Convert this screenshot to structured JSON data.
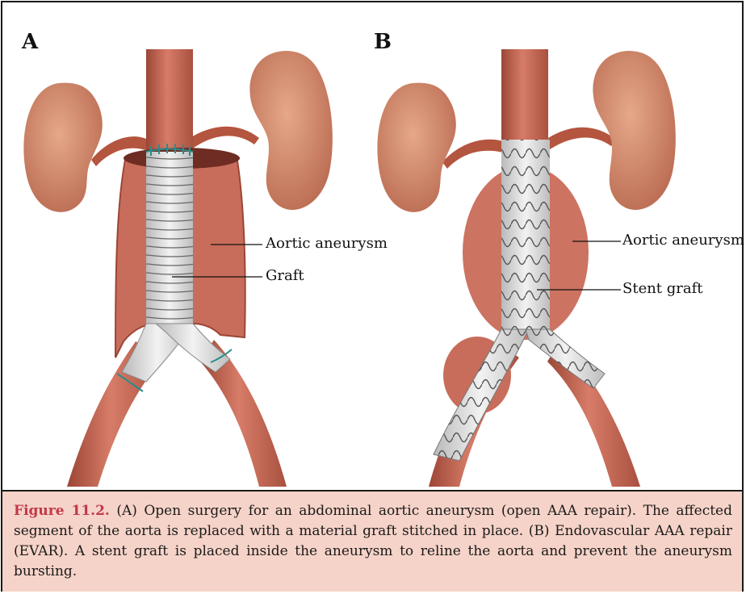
{
  "panels": {
    "a": {
      "label": "A"
    },
    "b": {
      "label": "B"
    }
  },
  "callouts": {
    "a_aneurysm": "Aortic aneurysm",
    "a_graft": "Graft",
    "b_aneurysm": "Aortic aneurysm",
    "b_stent": "Stent graft"
  },
  "caption": {
    "figure_number": "Figure 11.2.",
    "text": "(A) Open surgery for an abdominal aortic aneurysm (open AAA repair). The affected segment of the aorta is replaced with a material graft stitched in place. (B) Endovascular AAA repair (EVAR). A stent graft is placed inside the aneurysm to reline the aorta and prevent the aneurysm bursting."
  },
  "colors": {
    "vessel": "#c96b5a",
    "vessel_dark": "#9c4636",
    "kidney": "#cf8a6c",
    "graft": "#e3e3e3",
    "stitch": "#2a8c8c",
    "caption_bg": "#f6d3c8",
    "figure_number": "#c0394b"
  }
}
